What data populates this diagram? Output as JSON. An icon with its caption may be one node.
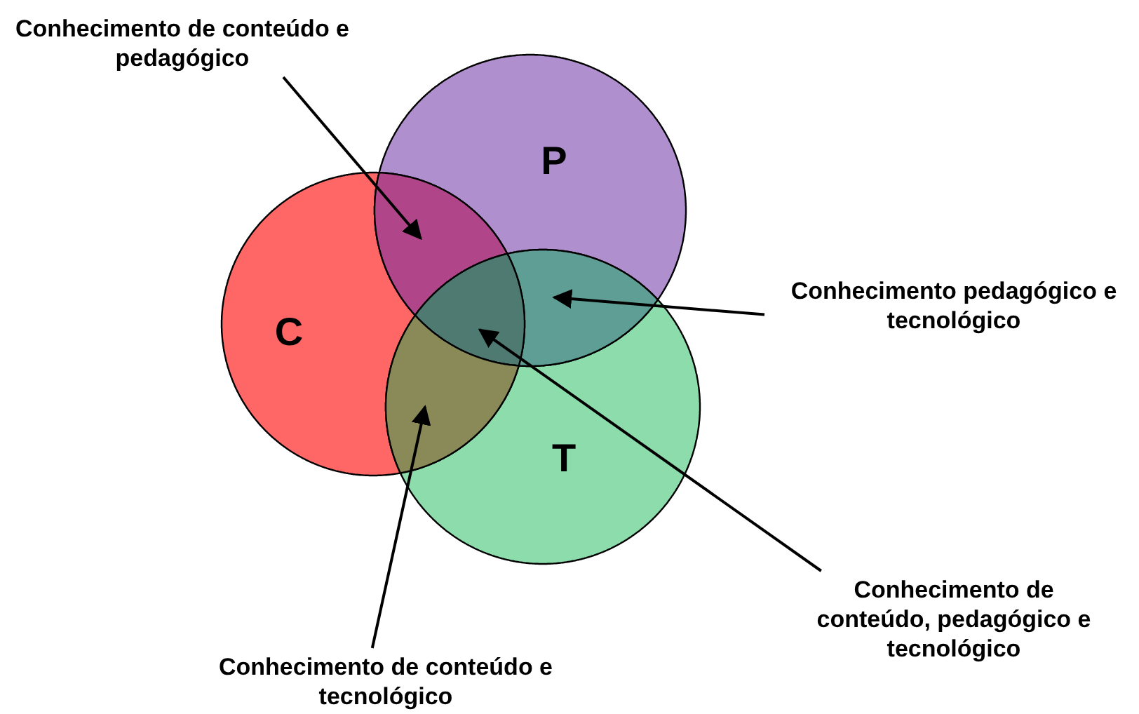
{
  "diagram": {
    "nodes": [
      {
        "text": [
          "Conhecimento de conteúdo e pedagógico"
        ]
      },
      {
        "text": [
          "P"
        ]
      },
      {
        "text": [
          "C"
        ]
      },
      {
        "text": [
          "Conhecimento pedagógico e tecnológico"
        ]
      },
      {
        "text": [
          "T"
        ]
      },
      {
        "text": [
          "Conhecimento de conteúdo, pedagógico e tecnológico"
        ]
      },
      {
        "text": [
          "Conhecimento de conteúdo e tecnológico"
        ]
      },
      {
        "text": [],
        "shape": "region"
      },
      {
        "text": [],
        "shape": "region"
      },
      {
        "text": [],
        "shape": "region"
      },
      {
        "text": [],
        "shape": "region"
      }
    ],
    "edges": [
      {
        "from": 0,
        "to": 7,
        "arrow": "to"
      },
      {
        "from": 3,
        "to": 8,
        "arrow": "to"
      },
      {
        "from": 5,
        "to": 9,
        "arrow": "to"
      },
      {
        "from": 6,
        "to": 10,
        "arrow": "to"
      }
    ]
  }
}
